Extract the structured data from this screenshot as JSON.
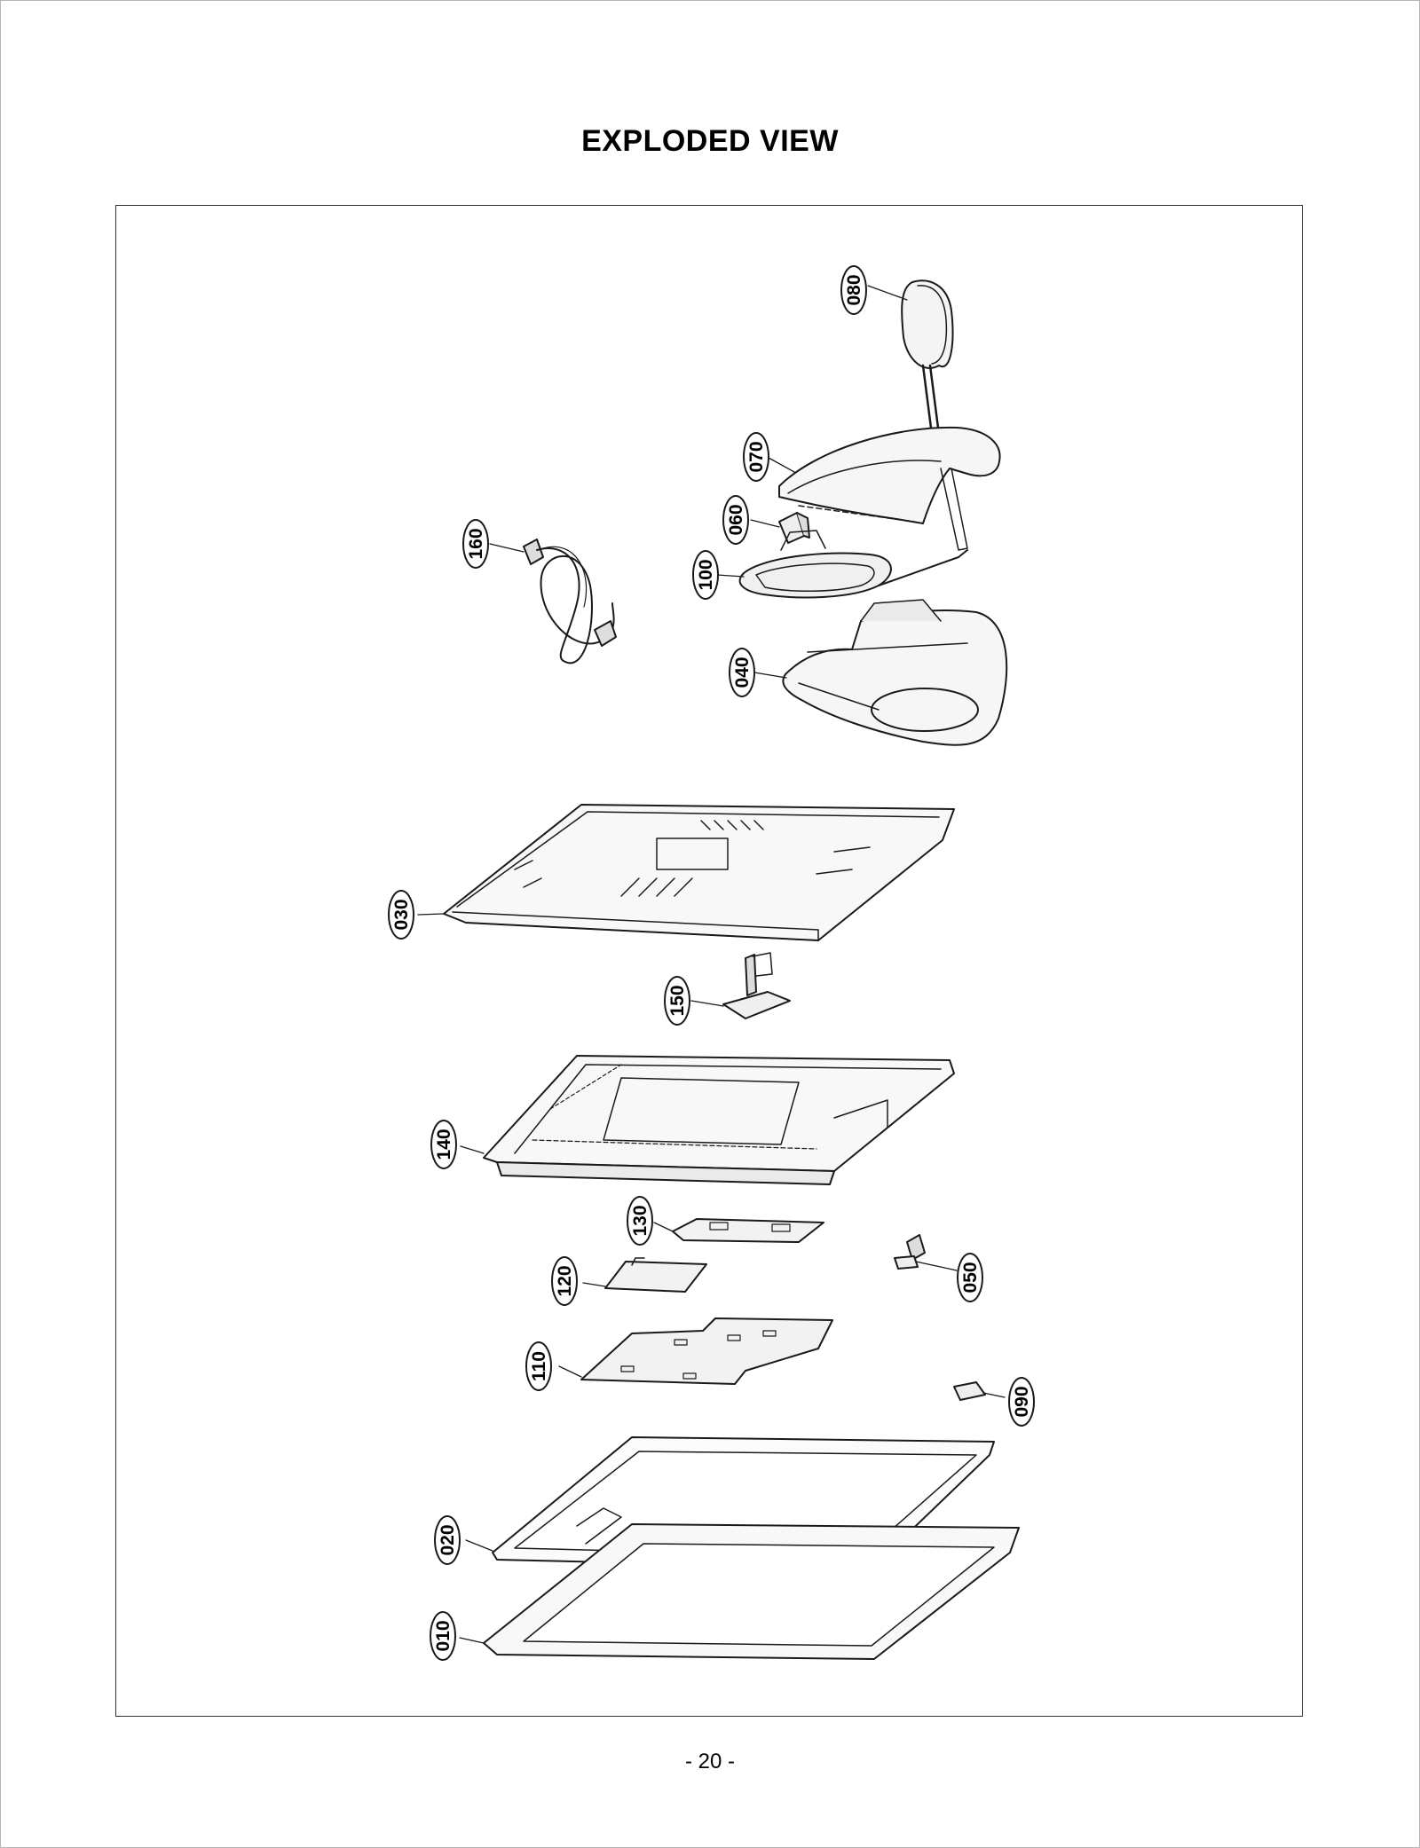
{
  "page": {
    "title": "EXPLODED VIEW",
    "page_number": "- 20 -"
  },
  "callouts": [
    {
      "id": "080",
      "label": "080"
    },
    {
      "id": "070",
      "label": "070"
    },
    {
      "id": "060",
      "label": "060"
    },
    {
      "id": "160",
      "label": "160"
    },
    {
      "id": "100",
      "label": "100"
    },
    {
      "id": "040",
      "label": "040"
    },
    {
      "id": "030",
      "label": "030"
    },
    {
      "id": "150",
      "label": "150"
    },
    {
      "id": "140",
      "label": "140"
    },
    {
      "id": "130",
      "label": "130"
    },
    {
      "id": "120",
      "label": "120"
    },
    {
      "id": "050",
      "label": "050"
    },
    {
      "id": "110",
      "label": "110"
    },
    {
      "id": "090",
      "label": "090"
    },
    {
      "id": "020",
      "label": "020"
    },
    {
      "id": "010",
      "label": "010"
    }
  ]
}
